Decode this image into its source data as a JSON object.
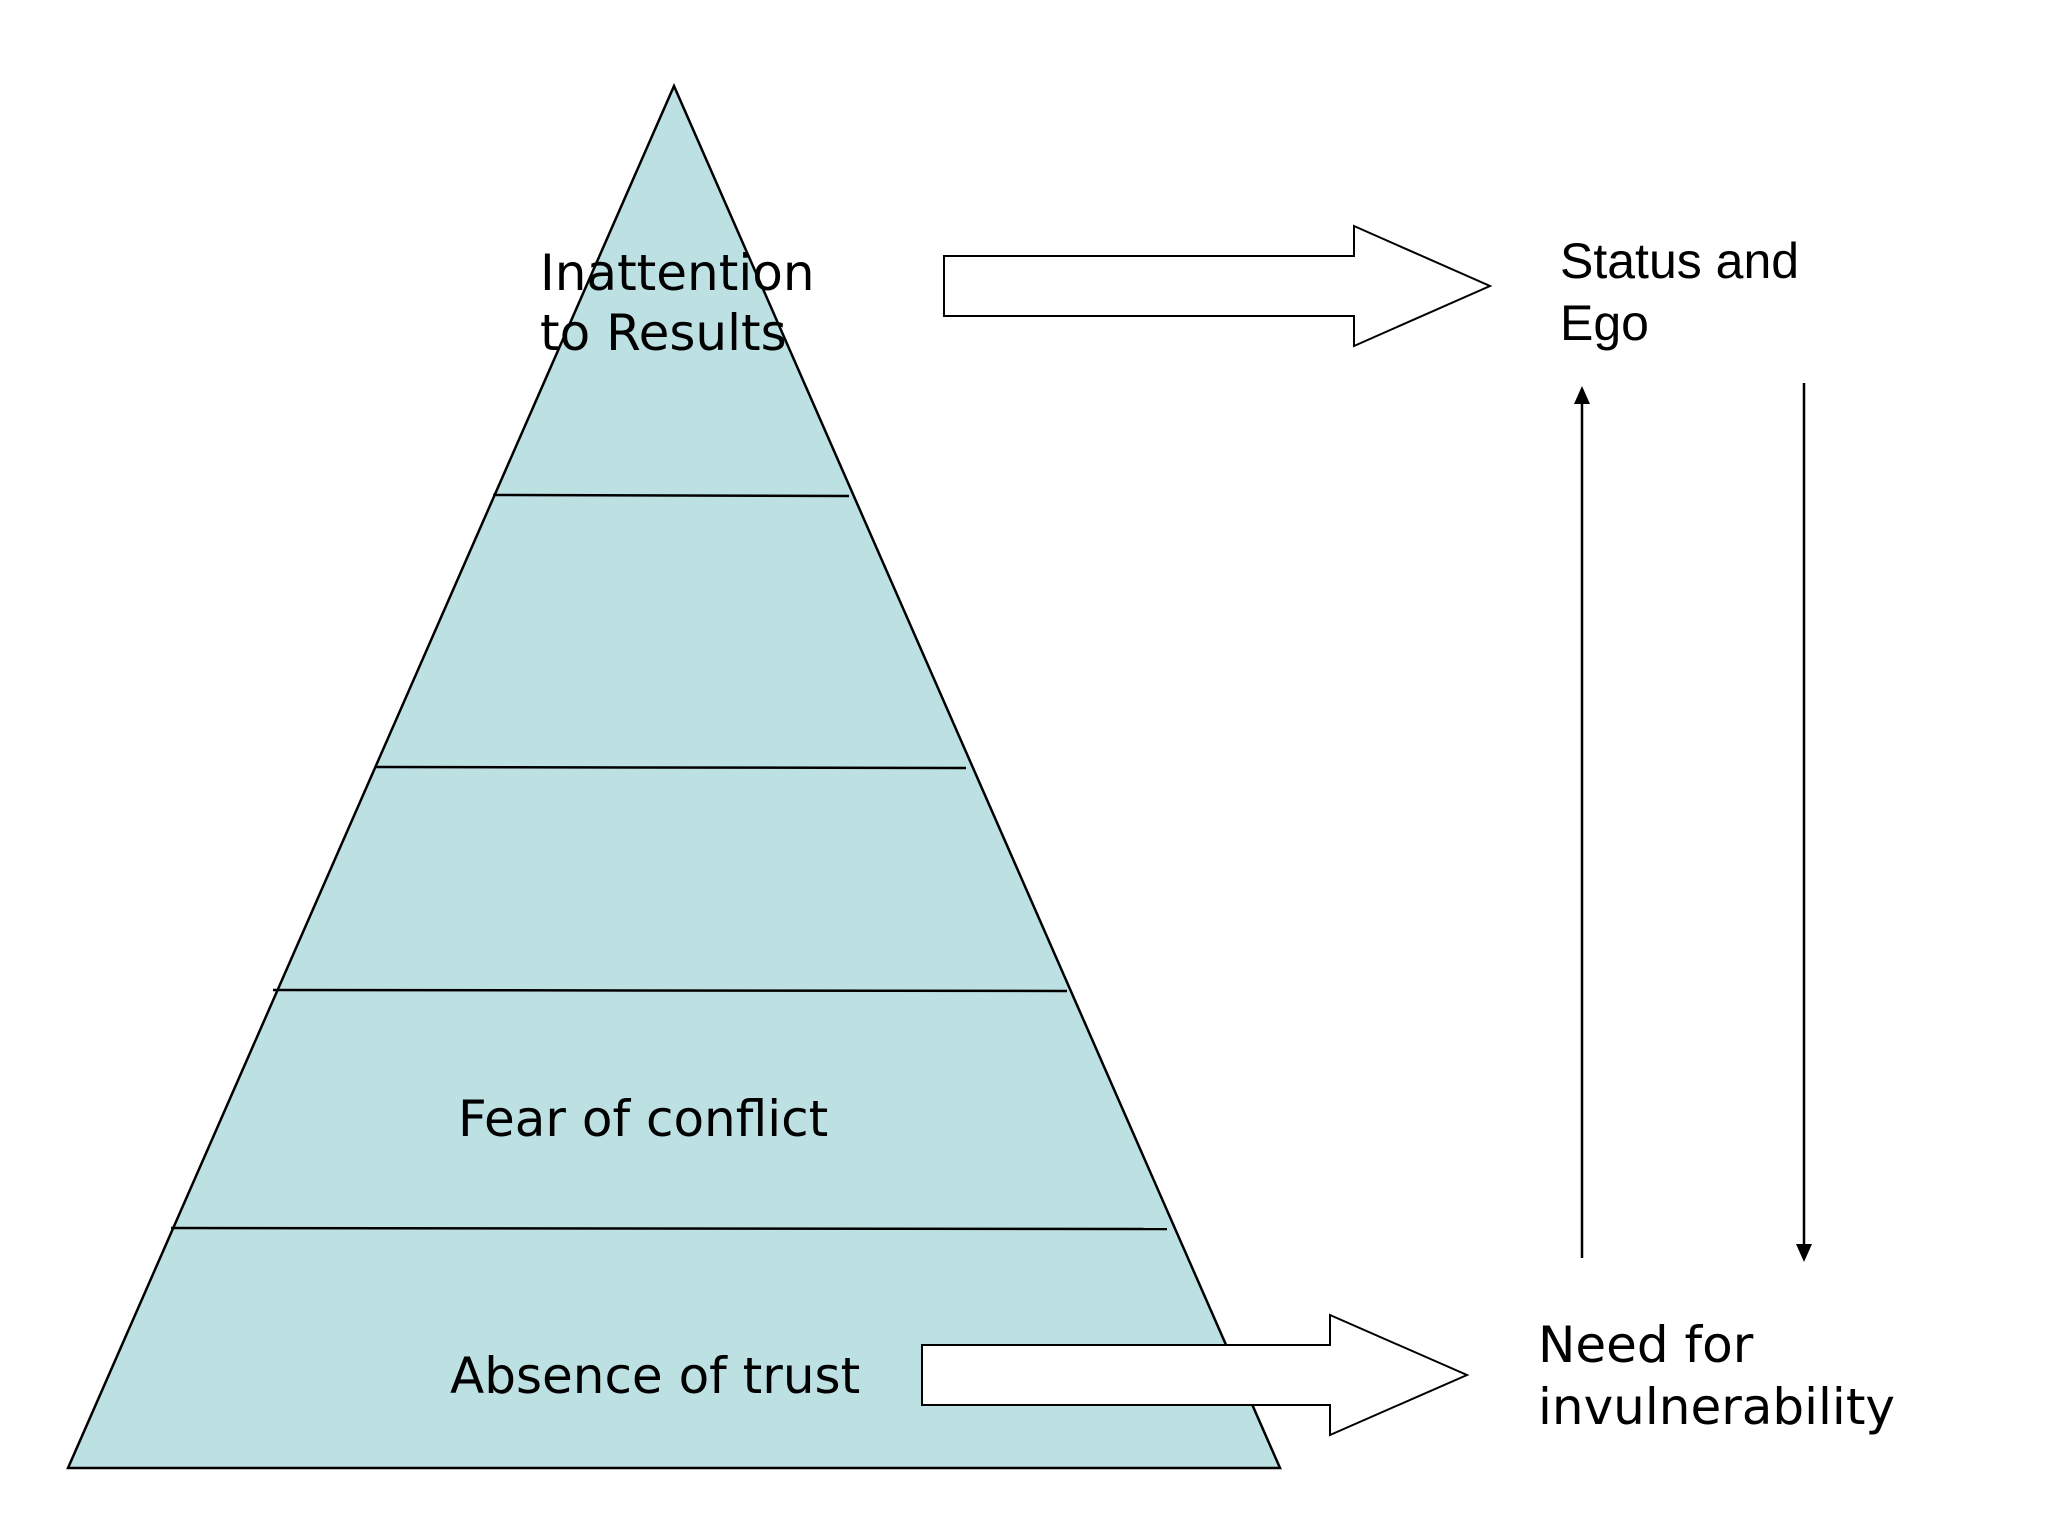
{
  "colors": {
    "pyramid_fill": "#bde0e3",
    "stroke": "#000000",
    "arrow_fill": "#ffffff",
    "background": "#ffffff"
  },
  "pyramid": {
    "levels": [
      {
        "lines": [
          "Inattention",
          "to Results"
        ]
      },
      {
        "lines": []
      },
      {
        "lines": []
      },
      {
        "lines": [
          "Fear of conflict"
        ]
      },
      {
        "lines": [
          "Absence of trust"
        ]
      }
    ]
  },
  "status": {
    "line1": "Status and",
    "line2": "Ego"
  },
  "need": {
    "line1": "Need for",
    "line2": "invulnerability"
  }
}
